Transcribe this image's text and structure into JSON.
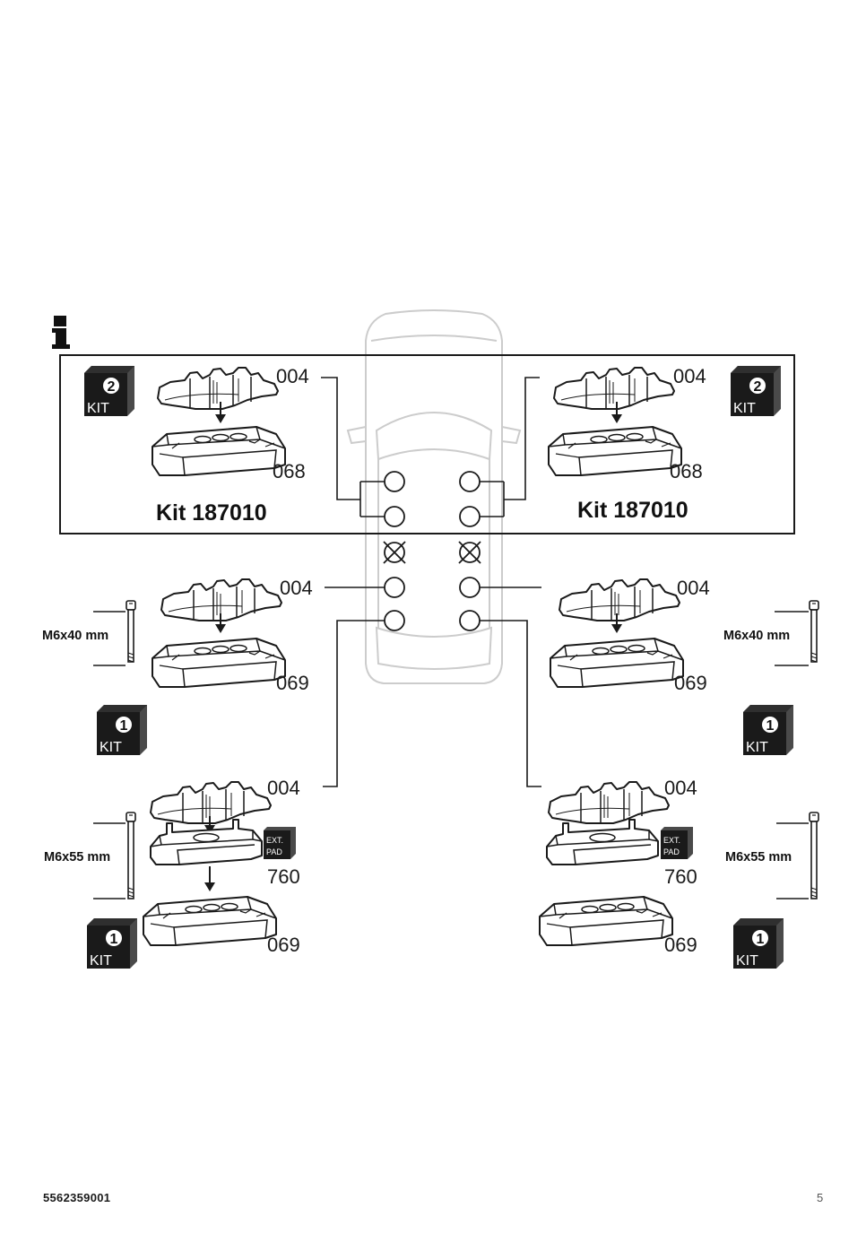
{
  "part_labels": {
    "foot_top": "004",
    "block_kit2": "068",
    "block_kit1": "069",
    "ext_pad": "760"
  },
  "kit_title": "Kit 187010",
  "badges": {
    "kit2_number": "2",
    "kit1_number": "1",
    "kit_text": "KIT"
  },
  "ext_pad_badge": [
    "EXT.",
    "PAD"
  ],
  "bolts": {
    "short": "M6x40 mm",
    "long": "M6x55 mm"
  },
  "icons": {
    "info": "info-icon",
    "blocked_position": "x-circle-icon"
  },
  "footer": {
    "doc_number": "5562359001",
    "page_number": "5"
  },
  "colors": {
    "line": "#1a1a1a",
    "car_outline": "#cccccc",
    "badge_fill": "#1a1a1a",
    "badge_side": "#4a4a4a"
  }
}
